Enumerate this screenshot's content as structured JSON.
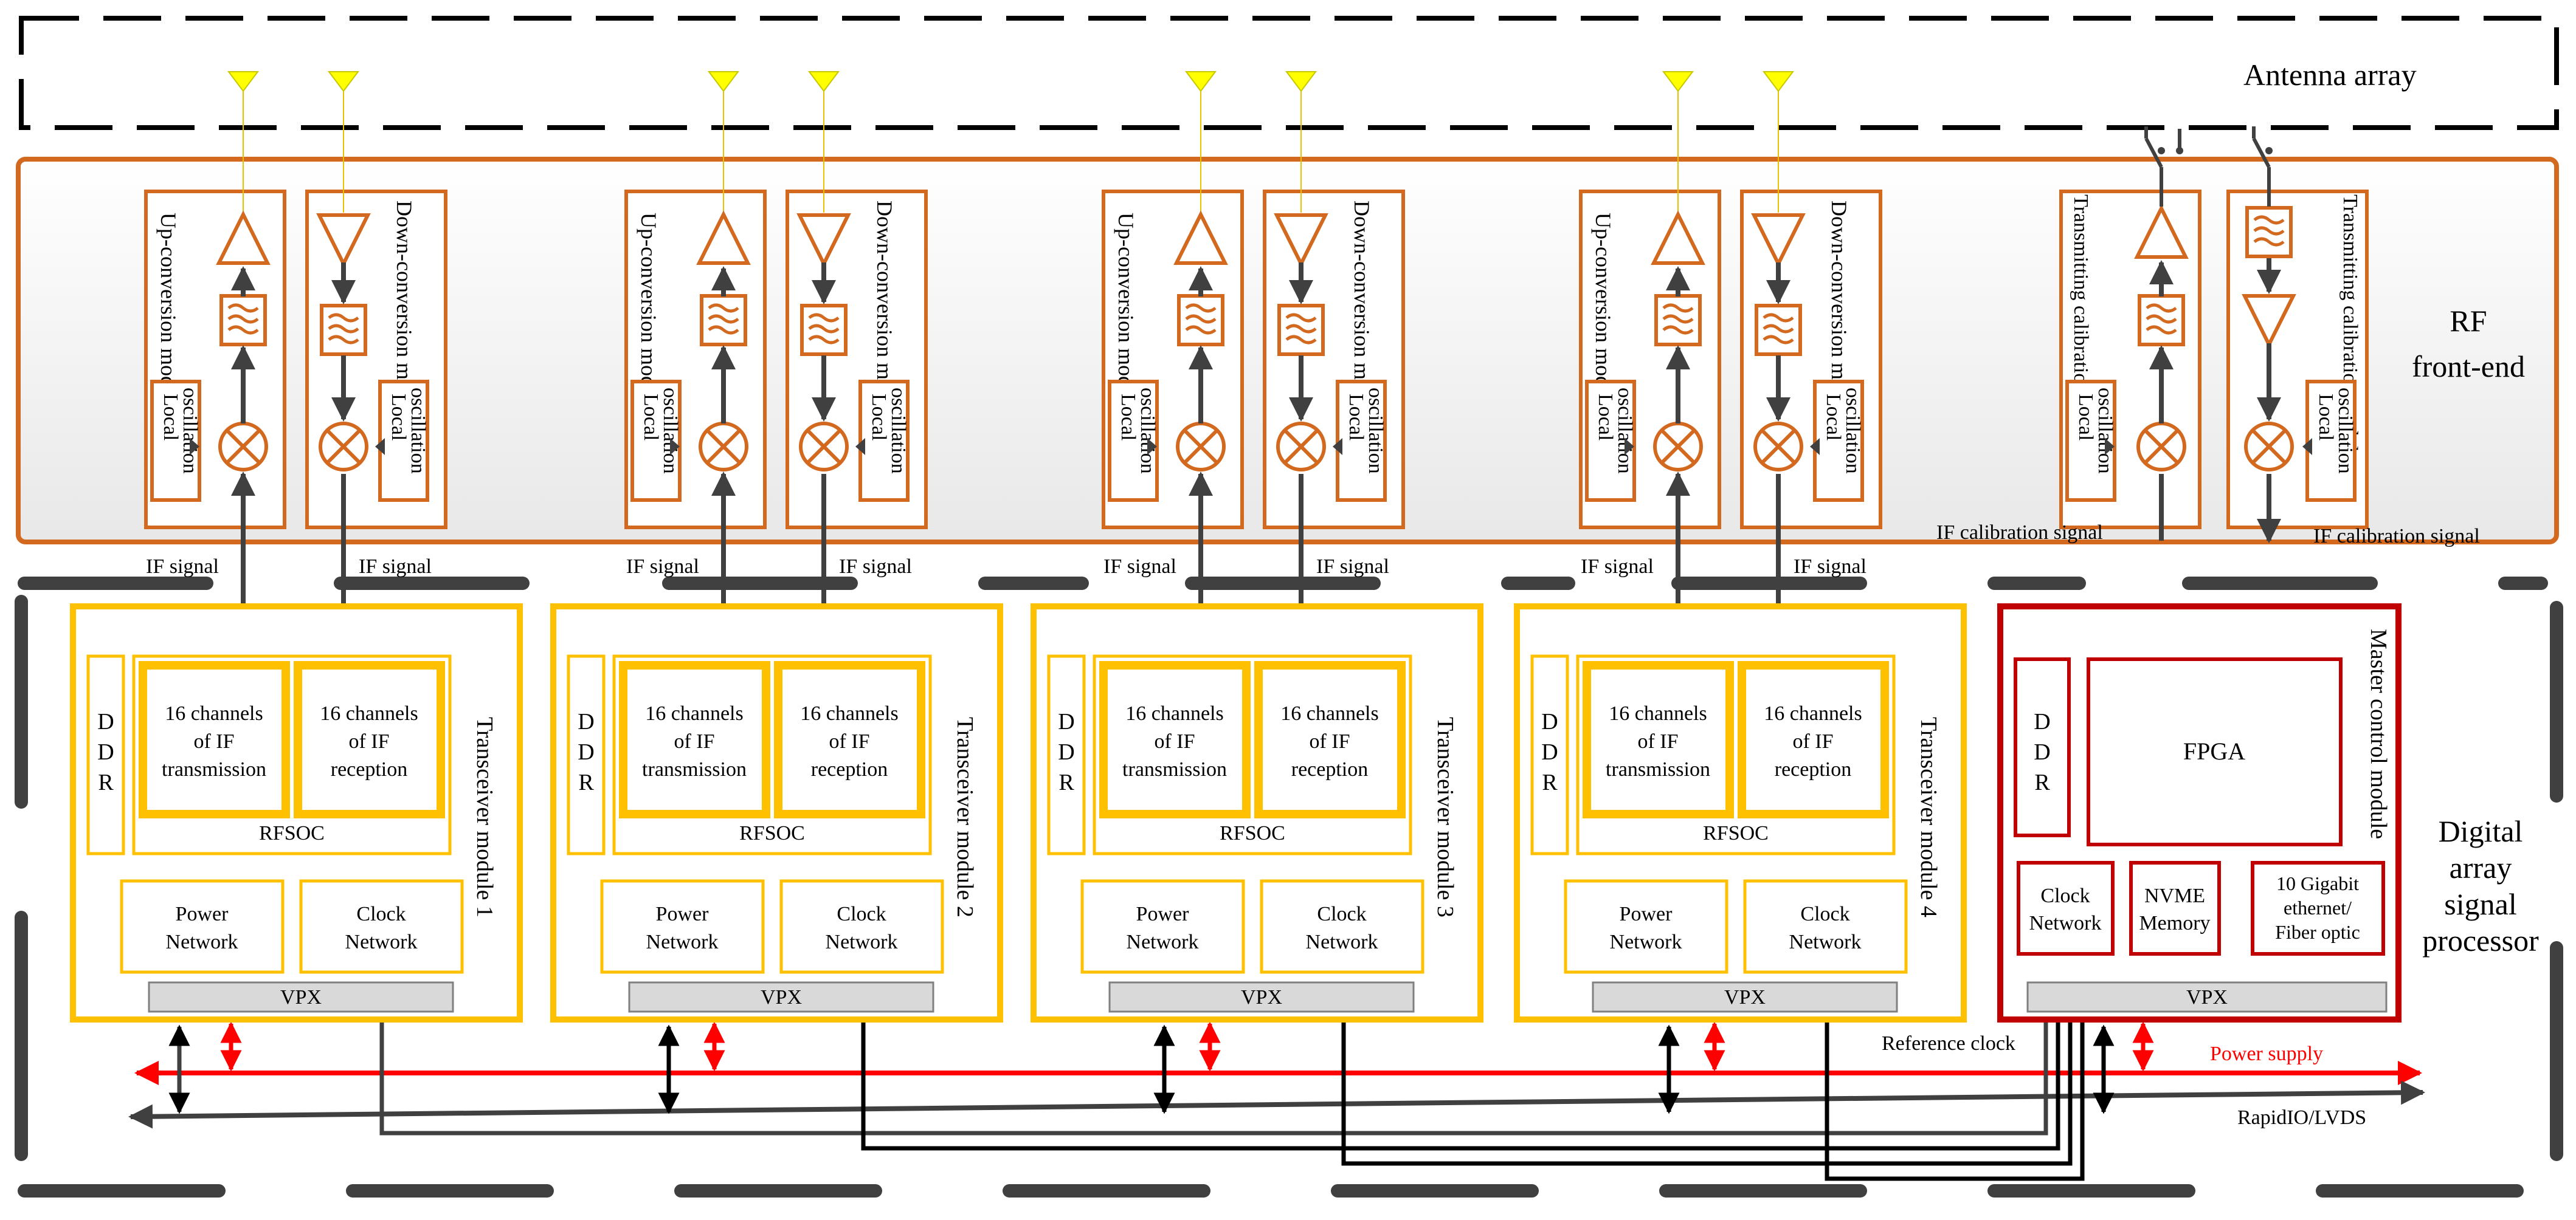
{
  "antenna": {
    "label": "Antenna array"
  },
  "rf": {
    "label_line1": "RF",
    "label_line2": "front-end",
    "up_module": "Up-conversion module",
    "down_module": "Down-conversion module",
    "tx_cal_module": "Transmitting calibration module",
    "local_osc_line1": "Local",
    "local_osc_line2": "oscillation",
    "if_signal": "IF signal",
    "if_cal_signal": "IF calibration signal"
  },
  "digital": {
    "label_lines": [
      "Digital",
      "array",
      "signal",
      "processor"
    ]
  },
  "transceivers": [
    {
      "title": "Transceiver module 1"
    },
    {
      "title": "Transceiver module 2"
    },
    {
      "title": "Transceiver module 3"
    },
    {
      "title": "Transceiver module 4"
    }
  ],
  "transceiver_parts": {
    "ddr_letters": [
      "D",
      "D",
      "R"
    ],
    "tx_lines": [
      "16 channels",
      "of IF",
      "transmission"
    ],
    "rx_lines": [
      "16 channels",
      "of IF",
      "reception"
    ],
    "rfsoc": "RFSOC",
    "power_lines": [
      "Power",
      "Network"
    ],
    "clock_lines": [
      "Clock",
      "Network"
    ],
    "vpx": "VPX"
  },
  "master": {
    "title": "Master control module",
    "fpga": "FPGA",
    "clock_lines": [
      "Clock",
      "Network"
    ],
    "nvme_lines": [
      "NVME",
      "Memory"
    ],
    "eth_lines": [
      "10 Gigabit",
      "ethernet/",
      "Fiber optic"
    ],
    "vpx": "VPX"
  },
  "buses": {
    "reference_clock": "Reference clock",
    "power_supply": "Power supply",
    "rapidio": "RapidIO/LVDS"
  },
  "colors": {
    "orange": "#D2691E",
    "gold": "#FFC000",
    "darkred": "#C00000",
    "red": "#FF0000",
    "dark": "#404040",
    "yellow": "#FFFF00"
  }
}
